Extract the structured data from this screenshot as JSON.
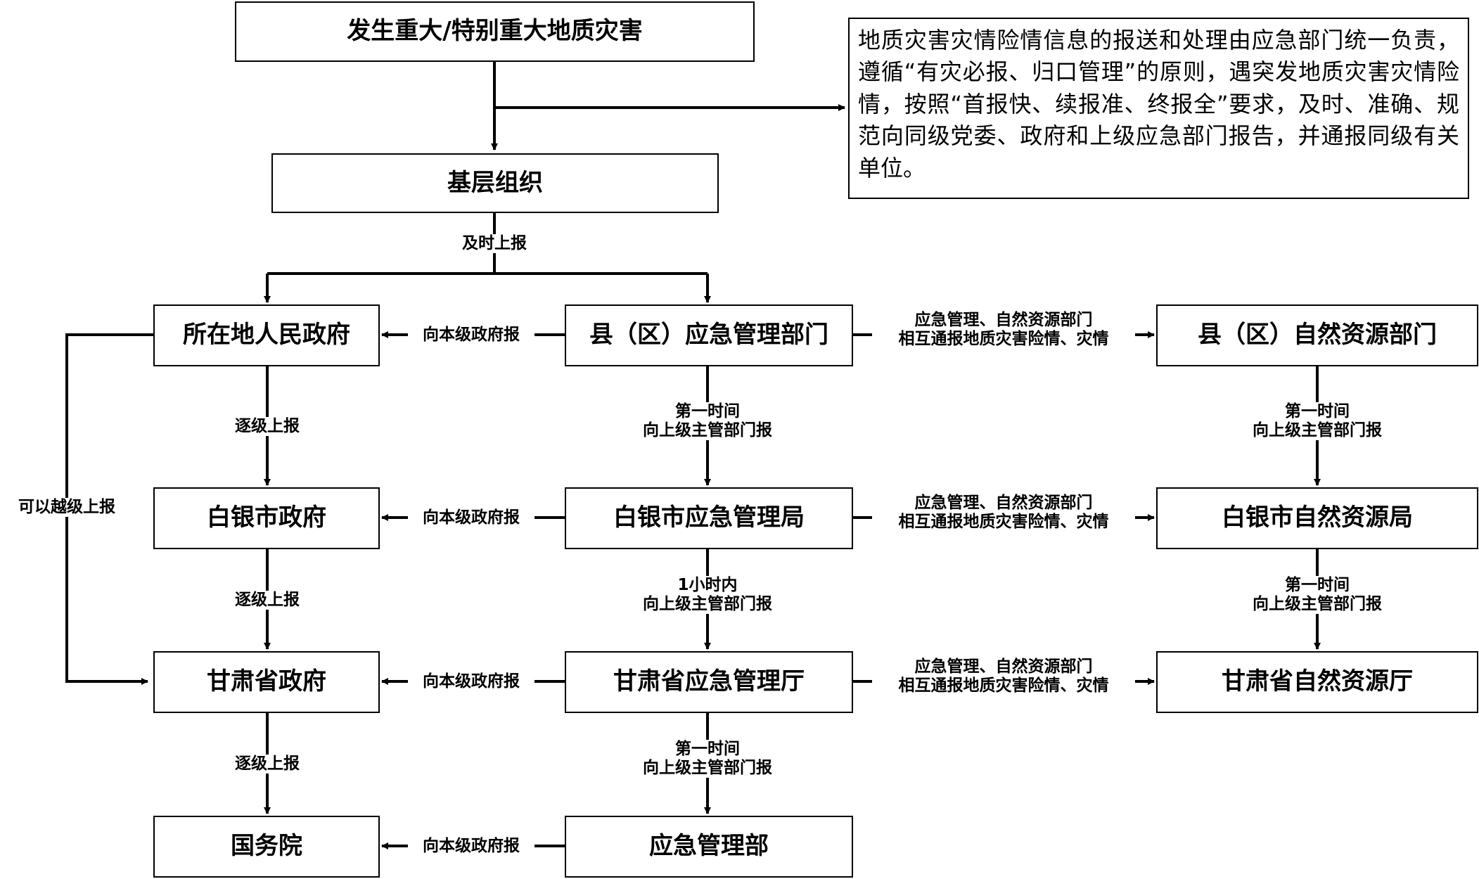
{
  "nodes": {
    "disaster": "发生重大/特别重大地质灾害",
    "grassroots": "基层组织",
    "local_gov": "所在地人民政府",
    "county_em": "县（区）应急管理部门",
    "county_nr": "县（区）自然资源部门",
    "baiyin_gov": "白银市政府",
    "baiyin_em": "白银市应急管理局",
    "baiyin_nr": "白银市自然资源局",
    "gansu_gov": "甘肃省政府",
    "gansu_em": "甘肃省应急管理厅",
    "gansu_nr": "甘肃省自然资源厅",
    "state_council": "国务院",
    "mem": "应急管理部"
  },
  "note": "地质灾害灾情险情信息的报送和处理由应急部门统一负责，遵循“有灾必报、归口管理”的原则，遇突发地质灾害灾情险情，按照“首报快、续报准、终报全”要求，及时、准确、规范向同级党委、政府和上级应急部门报告，并通报同级有关单位。",
  "labels": {
    "timely_report": "及时上报",
    "report_same_level_gov": "向本级政府报",
    "mutual_notify_line1": "应急管理、自然资源部门",
    "mutual_notify_line2": "相互通报地质灾害险情、灾情",
    "first_time": "第一时间",
    "report_superior": "向上级主管部门报",
    "within_1h": "1小时内",
    "step_by_step": "逐级上报",
    "skip_level": "可以越级上报"
  }
}
